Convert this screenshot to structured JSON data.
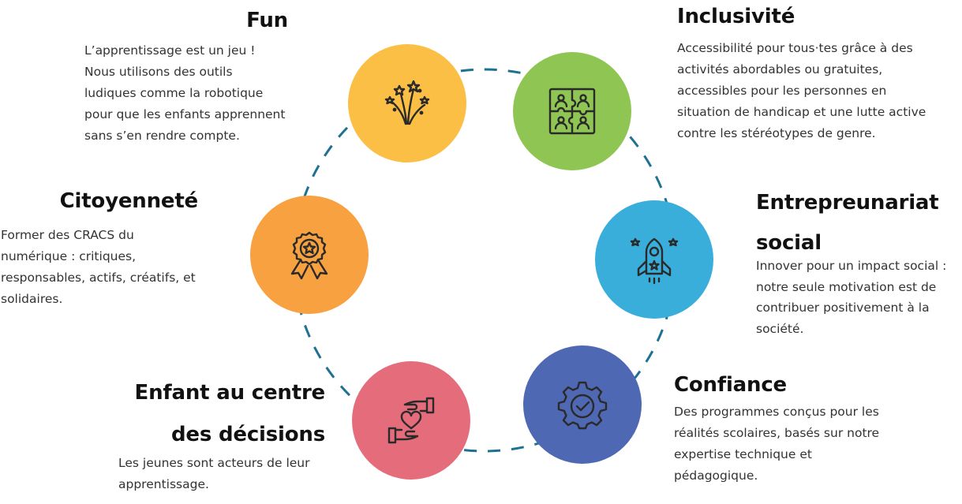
{
  "colors": {
    "ring": "#1f7193",
    "icon_stroke": "#2a2a2a",
    "fun": "#fbbf45",
    "inclusivite": "#8fc653",
    "entrepreunariat": "#3aaedb",
    "confiance": "#4e68b3",
    "enfant": "#e46c7b",
    "citoyennete": "#f7a140"
  },
  "values": {
    "fun": {
      "title": "Fun",
      "desc": "L’apprentissage est un jeu ! Nous utilisons des outils ludiques comme la robotique pour que les enfants apprennent sans s’en rendre compte.",
      "icon": "fireworks-icon"
    },
    "inclusivite": {
      "title": "Inclusivité",
      "desc": "Accessibilité pour tous·tes grâce à des activités abordables ou gratuites, accessibles pour les personnes en situation de handicap et une lutte active contre les stéréotypes de genre.",
      "icon": "puzzle-people-icon"
    },
    "entrepreunariat": {
      "title": "Entrepreunariat social",
      "desc": "Innover pour un impact social : notre seule motivation est de contribuer positivement à la société.",
      "icon": "rocket-icon"
    },
    "confiance": {
      "title": "Confiance",
      "desc": "Des programmes conçus pour les réalités scolaires, basés sur notre expertise technique et pédagogique.",
      "icon": "gear-check-icon"
    },
    "enfant": {
      "title": "Enfant au centre des décisions",
      "desc": "Les jeunes sont acteurs de leur apprentissage.",
      "icon": "hands-heart-icon"
    },
    "citoyennete": {
      "title": "Citoyenneté",
      "desc": "Former des CRACS du numérique : critiques, responsables, actifs, créatifs, et solidaires.",
      "icon": "award-badge-icon"
    }
  }
}
